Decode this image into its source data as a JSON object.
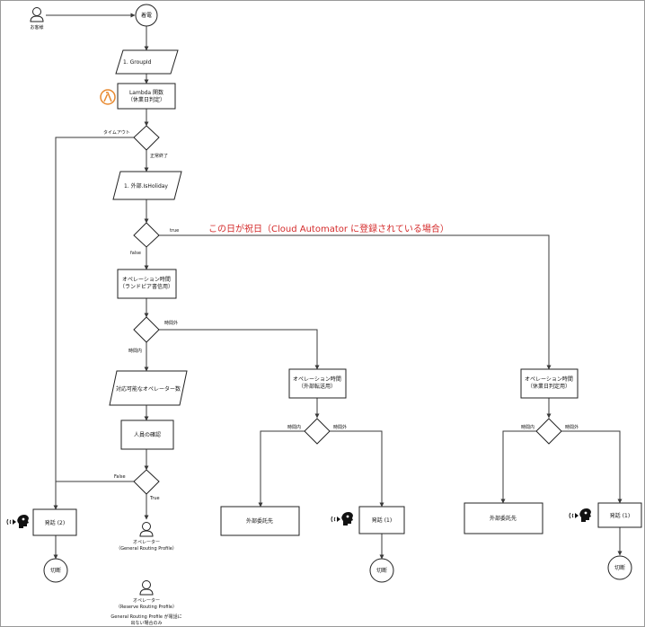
{
  "nodes": {
    "customer": "お客様",
    "incoming": "着電",
    "groupid": "1. GroupId",
    "lambda_line1": "Lambda 関数",
    "lambda_line2": "（休業日判定）",
    "isholiday": "1. 外部.IsHoliday",
    "op_hours_left_line1": "オペレーション時間",
    "op_hours_left_line2": "（ランドピア書信用）",
    "available_ops": "対応可能なオペレーター数",
    "staffing_check": "人員の確認",
    "op_hours_mid_line1": "オペレーション時間",
    "op_hours_mid_line2": "（外部転送用）",
    "op_hours_right_line1": "オペレーション時間",
    "op_hours_right_line2": "（休業日判定用）",
    "speak_2": "発話 (2)",
    "speak_1_mid": "発話 (1)",
    "speak_1_right": "発話 (1)",
    "disconnect_left": "切断",
    "disconnect_mid": "切断",
    "disconnect_right": "切断",
    "external_mid": "外部委託先",
    "external_right": "外部委託先",
    "operator_general_line1": "オペレーター",
    "operator_general_line2": "（General Routing Profile）",
    "operator_reserve_line1": "オペレーター",
    "operator_reserve_line2": "（Reserve Routing Profile）",
    "reserve_note_line1": "General Routing Profile が電話に",
    "reserve_note_line2": "出ない場合のみ"
  },
  "edges": {
    "timeout": "タイムアウト",
    "normal_end": "正常終了",
    "true_holiday": "true",
    "false_holiday": "false",
    "after_hours_left": "時間外",
    "in_hours_left": "時間内",
    "false_staff": "False",
    "true_staff": "True",
    "in_hours_mid": "時間内",
    "after_hours_mid": "時間外",
    "in_hours_right": "時間内",
    "after_hours_right": "時間外"
  },
  "annotation": "この日が祝日（Cloud Automator に登録されている場合）",
  "colors": {
    "annotation": "#d42a2a",
    "lambda": "#e8892f"
  },
  "icons": {
    "person": "person-icon",
    "lambda": "lambda-icon",
    "speaker": "speaking-head-icon"
  }
}
